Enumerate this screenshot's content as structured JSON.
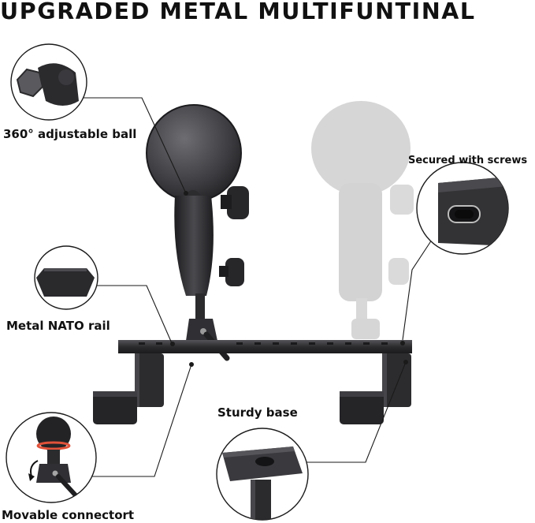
{
  "header": {
    "title": "UPGRADED METAL MULTIFUNTINAL"
  },
  "callouts": {
    "ball": "360° adjustable ball",
    "screws": "Secured with screws",
    "nato": "Metal NATO rail",
    "base": "Sturdy base",
    "connector": "Movable connectort"
  },
  "colors": {
    "metal_dark": "#2a2a2d",
    "metal_mid": "#46464a",
    "ghost": "#d4d4d4",
    "accent_ring": "#e0523a"
  }
}
